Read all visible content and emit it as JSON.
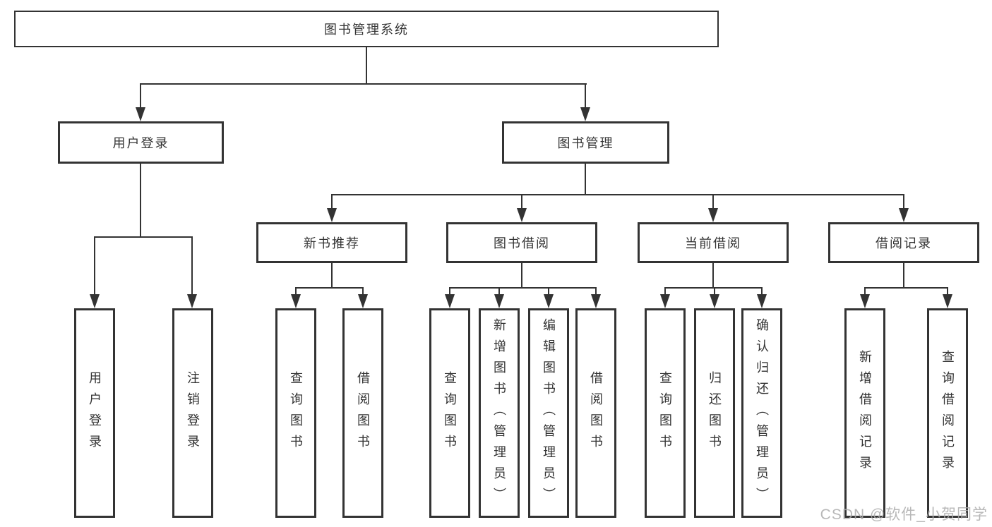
{
  "diagram": {
    "type": "tree",
    "root": {
      "label": "图书管理系统",
      "children": [
        {
          "label": "用户登录",
          "children": [
            {
              "label": "用户登录"
            },
            {
              "label": "注销登录"
            }
          ]
        },
        {
          "label": "图书管理",
          "children": [
            {
              "label": "新书推荐",
              "children": [
                {
                  "label": "查询图书"
                },
                {
                  "label": "借阅图书"
                }
              ]
            },
            {
              "label": "图书借阅",
              "children": [
                {
                  "label": "查询图书"
                },
                {
                  "label": "新增图书（管理员）"
                },
                {
                  "label": "编辑图书（管理员）"
                },
                {
                  "label": "借阅图书"
                }
              ]
            },
            {
              "label": "当前借阅",
              "children": [
                {
                  "label": "查询图书"
                },
                {
                  "label": "归还图书"
                },
                {
                  "label": "确认归还（管理员）"
                }
              ]
            },
            {
              "label": "借阅记录",
              "children": [
                {
                  "label": "新增借阅记录"
                },
                {
                  "label": "查询借阅记录"
                }
              ]
            }
          ]
        }
      ]
    },
    "watermark": "CSDN @软件_小贺同学",
    "colors": {
      "line": "#333333",
      "text": "#333333",
      "background": "#ffffff",
      "watermark": "#acacac"
    }
  }
}
